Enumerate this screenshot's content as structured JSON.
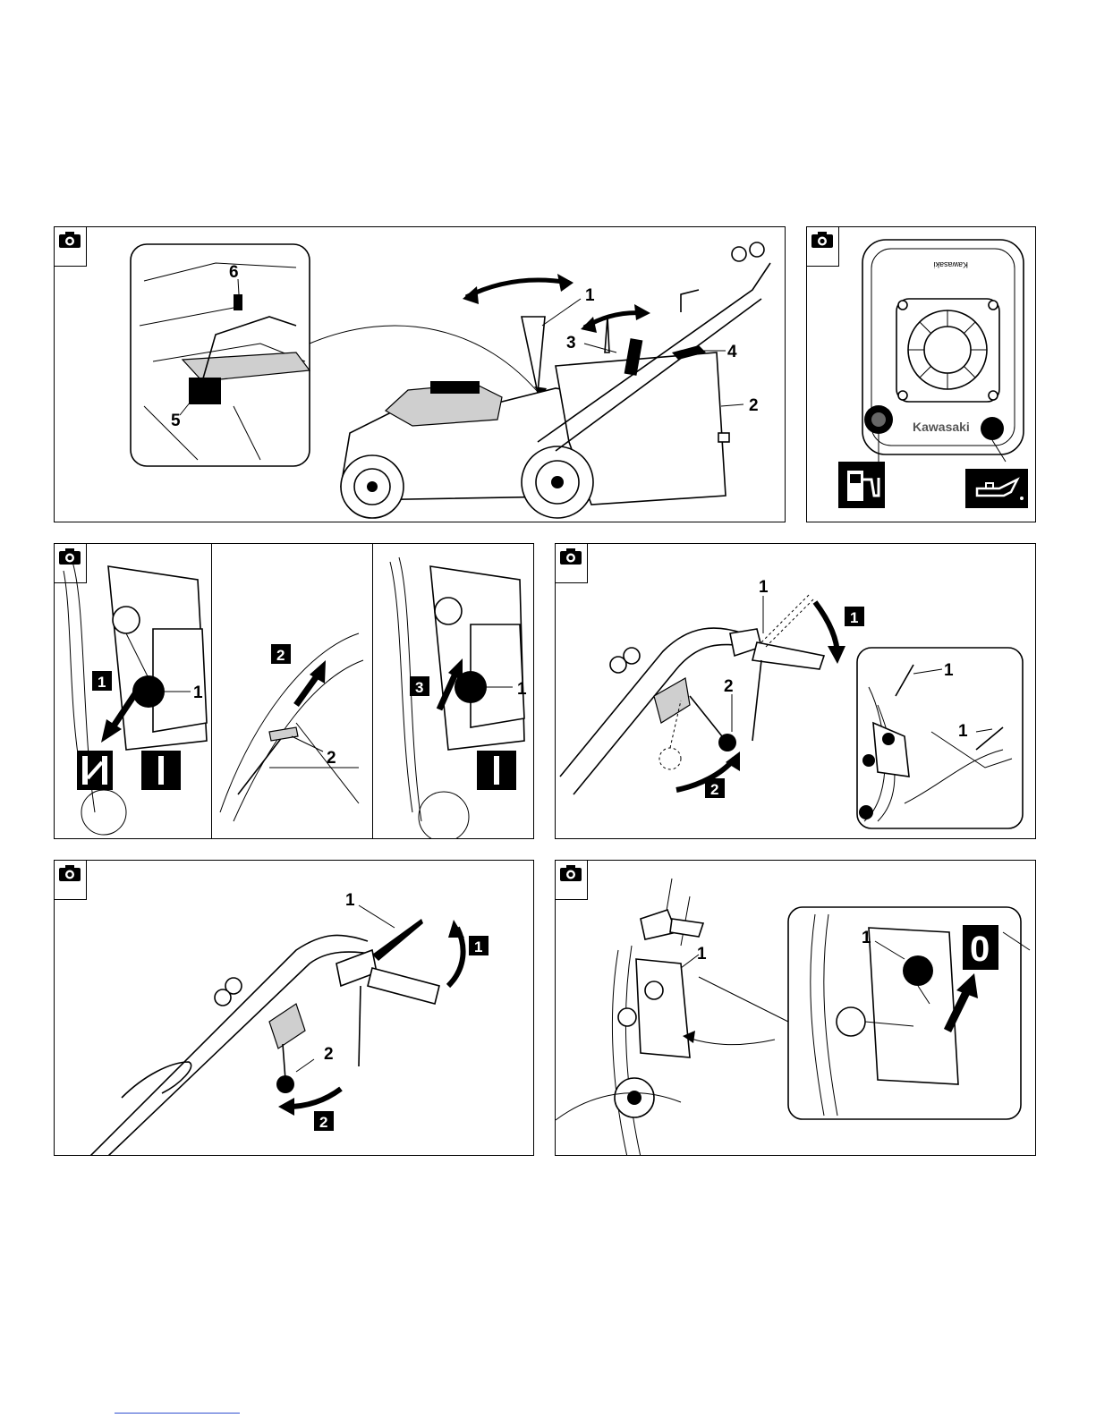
{
  "figures": [
    {
      "id": "fig-1",
      "callouts": [
        "1",
        "2",
        "3",
        "4",
        "5",
        "6"
      ]
    },
    {
      "id": "fig-2",
      "engine_brand": "Kawasaki",
      "symbols": [
        "fuel-pump-icon",
        "oil-can-icon"
      ]
    },
    {
      "id": "fig-3",
      "callouts": [
        "1",
        "2",
        "1"
      ],
      "steps": [
        "1",
        "2",
        "3"
      ],
      "symbols": [
        "choke-icon",
        "run-position-icon",
        "run-position-icon"
      ]
    },
    {
      "id": "fig-4",
      "callouts": [
        "1",
        "2",
        "1",
        "1"
      ],
      "steps": [
        "1",
        "2"
      ]
    },
    {
      "id": "fig-5",
      "callouts": [
        "1",
        "2"
      ],
      "steps": [
        "1",
        "2"
      ]
    },
    {
      "id": "fig-6",
      "callouts": [
        "1",
        "1"
      ],
      "stop_symbol": "0"
    }
  ]
}
